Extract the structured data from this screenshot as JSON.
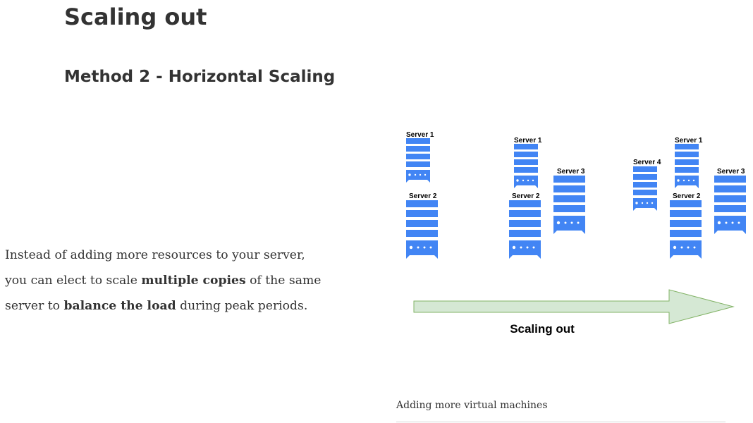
{
  "header": {
    "title": "Scaling out",
    "subtitle": "Method 2 - Horizontal Scaling"
  },
  "body": {
    "line1": "Instead of adding more resources to your server,",
    "line2_a": "you can elect to scale ",
    "line2_b": "multiple copies",
    "line2_c": " of the same",
    "line3_a": "server to ",
    "line3_b": "balance the load",
    "line3_c": " during peak periods."
  },
  "diagram": {
    "colors": {
      "server": "#4285f4",
      "arrow_fill": "#d5e8d4",
      "arrow_stroke": "#82b366",
      "label": "#000000"
    },
    "labels": {
      "g1_s1": "Server 1",
      "g1_s2": "Server 2",
      "g2_s1": "Server 1",
      "g2_s2": "Server 2",
      "g2_s3": "Server 3",
      "g3_s1": "Server 1",
      "g3_s2": "Server 2",
      "g3_s3": "Server 3",
      "g3_s4": "Server 4"
    },
    "arrow_label": "Scaling out"
  },
  "caption": "Adding more virtual machines"
}
